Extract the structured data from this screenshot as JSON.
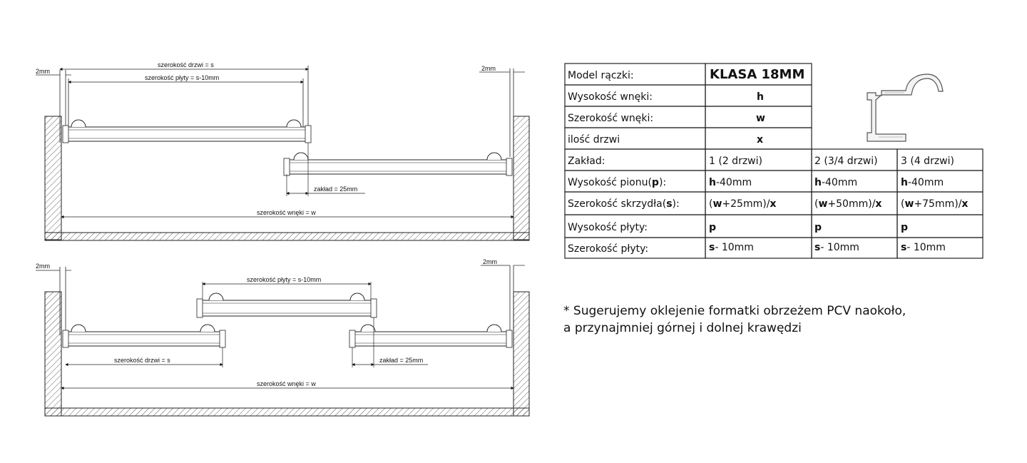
{
  "diagram_top": {
    "door_width_label": "szerokość drzwi = s",
    "panel_width_label": "szerokość płyty =  s-10mm",
    "gap_left_label": "2mm",
    "gap_right_label": "2mm",
    "overlap_label": "zakład = 25mm",
    "niche_width_label": "szerokość wnęki = w"
  },
  "diagram_bottom": {
    "gap_left_label": "2mm",
    "gap_right_label": "2mm",
    "panel_width_label": "szerokość płyty = s-10mm",
    "door_width_label": "szerokość drzwi = s",
    "overlap_label": "zakład = 25mm",
    "niche_width_label": "szerokość wnęki = w"
  },
  "table": {
    "model_label": "Model rączki:",
    "model_value": "KLASA 18MM",
    "rows_simple": [
      {
        "label": "Wysokość wnęki:",
        "value": "h"
      },
      {
        "label": "Szerokość wnęki:",
        "value": "w"
      },
      {
        "label": "ilość drzwi",
        "value": "x"
      }
    ],
    "overlap_label": "Zakład:",
    "columns": [
      "1 (2 drzwi)",
      "2 (3/4 drzwi)",
      "3  (4 drzwi)"
    ],
    "rows": [
      {
        "label": "Wysokość pionu(",
        "label_bold": "p",
        "label_end": "):",
        "cells": [
          {
            "b": "h",
            "t": "-40mm",
            "b2": ""
          },
          {
            "b": "h",
            "t": "-40mm",
            "b2": ""
          },
          {
            "b": "h",
            "t": "-40mm",
            "b2": ""
          }
        ]
      },
      {
        "label": "Szerokość skrzydła(",
        "label_bold": "s",
        "label_end": "):",
        "cells": [
          {
            "pre": "(",
            "b": "w",
            "t": "+25mm)/",
            "b2": "x"
          },
          {
            "pre": "(",
            "b": "w",
            "t": "+50mm)/",
            "b2": "x"
          },
          {
            "pre": "(",
            "b": "w",
            "t": "+75mm)/",
            "b2": "x"
          }
        ]
      },
      {
        "label": "Wysokość płyty:",
        "label_bold": "",
        "label_end": "",
        "cells": [
          {
            "b": "p",
            "t": "",
            "b2": ""
          },
          {
            "b": "p",
            "t": "",
            "b2": ""
          },
          {
            "b": "p",
            "t": "",
            "b2": ""
          }
        ]
      },
      {
        "label": "Szerokość płyty:",
        "label_bold": "",
        "label_end": "",
        "cells": [
          {
            "b": "s",
            "t": "- 10mm",
            "b2": ""
          },
          {
            "b": "s",
            "t": "- 10mm",
            "b2": ""
          },
          {
            "b": "s",
            "t": "- 10mm",
            "b2": ""
          }
        ]
      }
    ]
  },
  "note": {
    "line1": "* Sugerujemy oklejenie formatki obrzeżem PCV naokoło,",
    "line2": "a przynajmniej górnej i dolnej krawędzi"
  }
}
